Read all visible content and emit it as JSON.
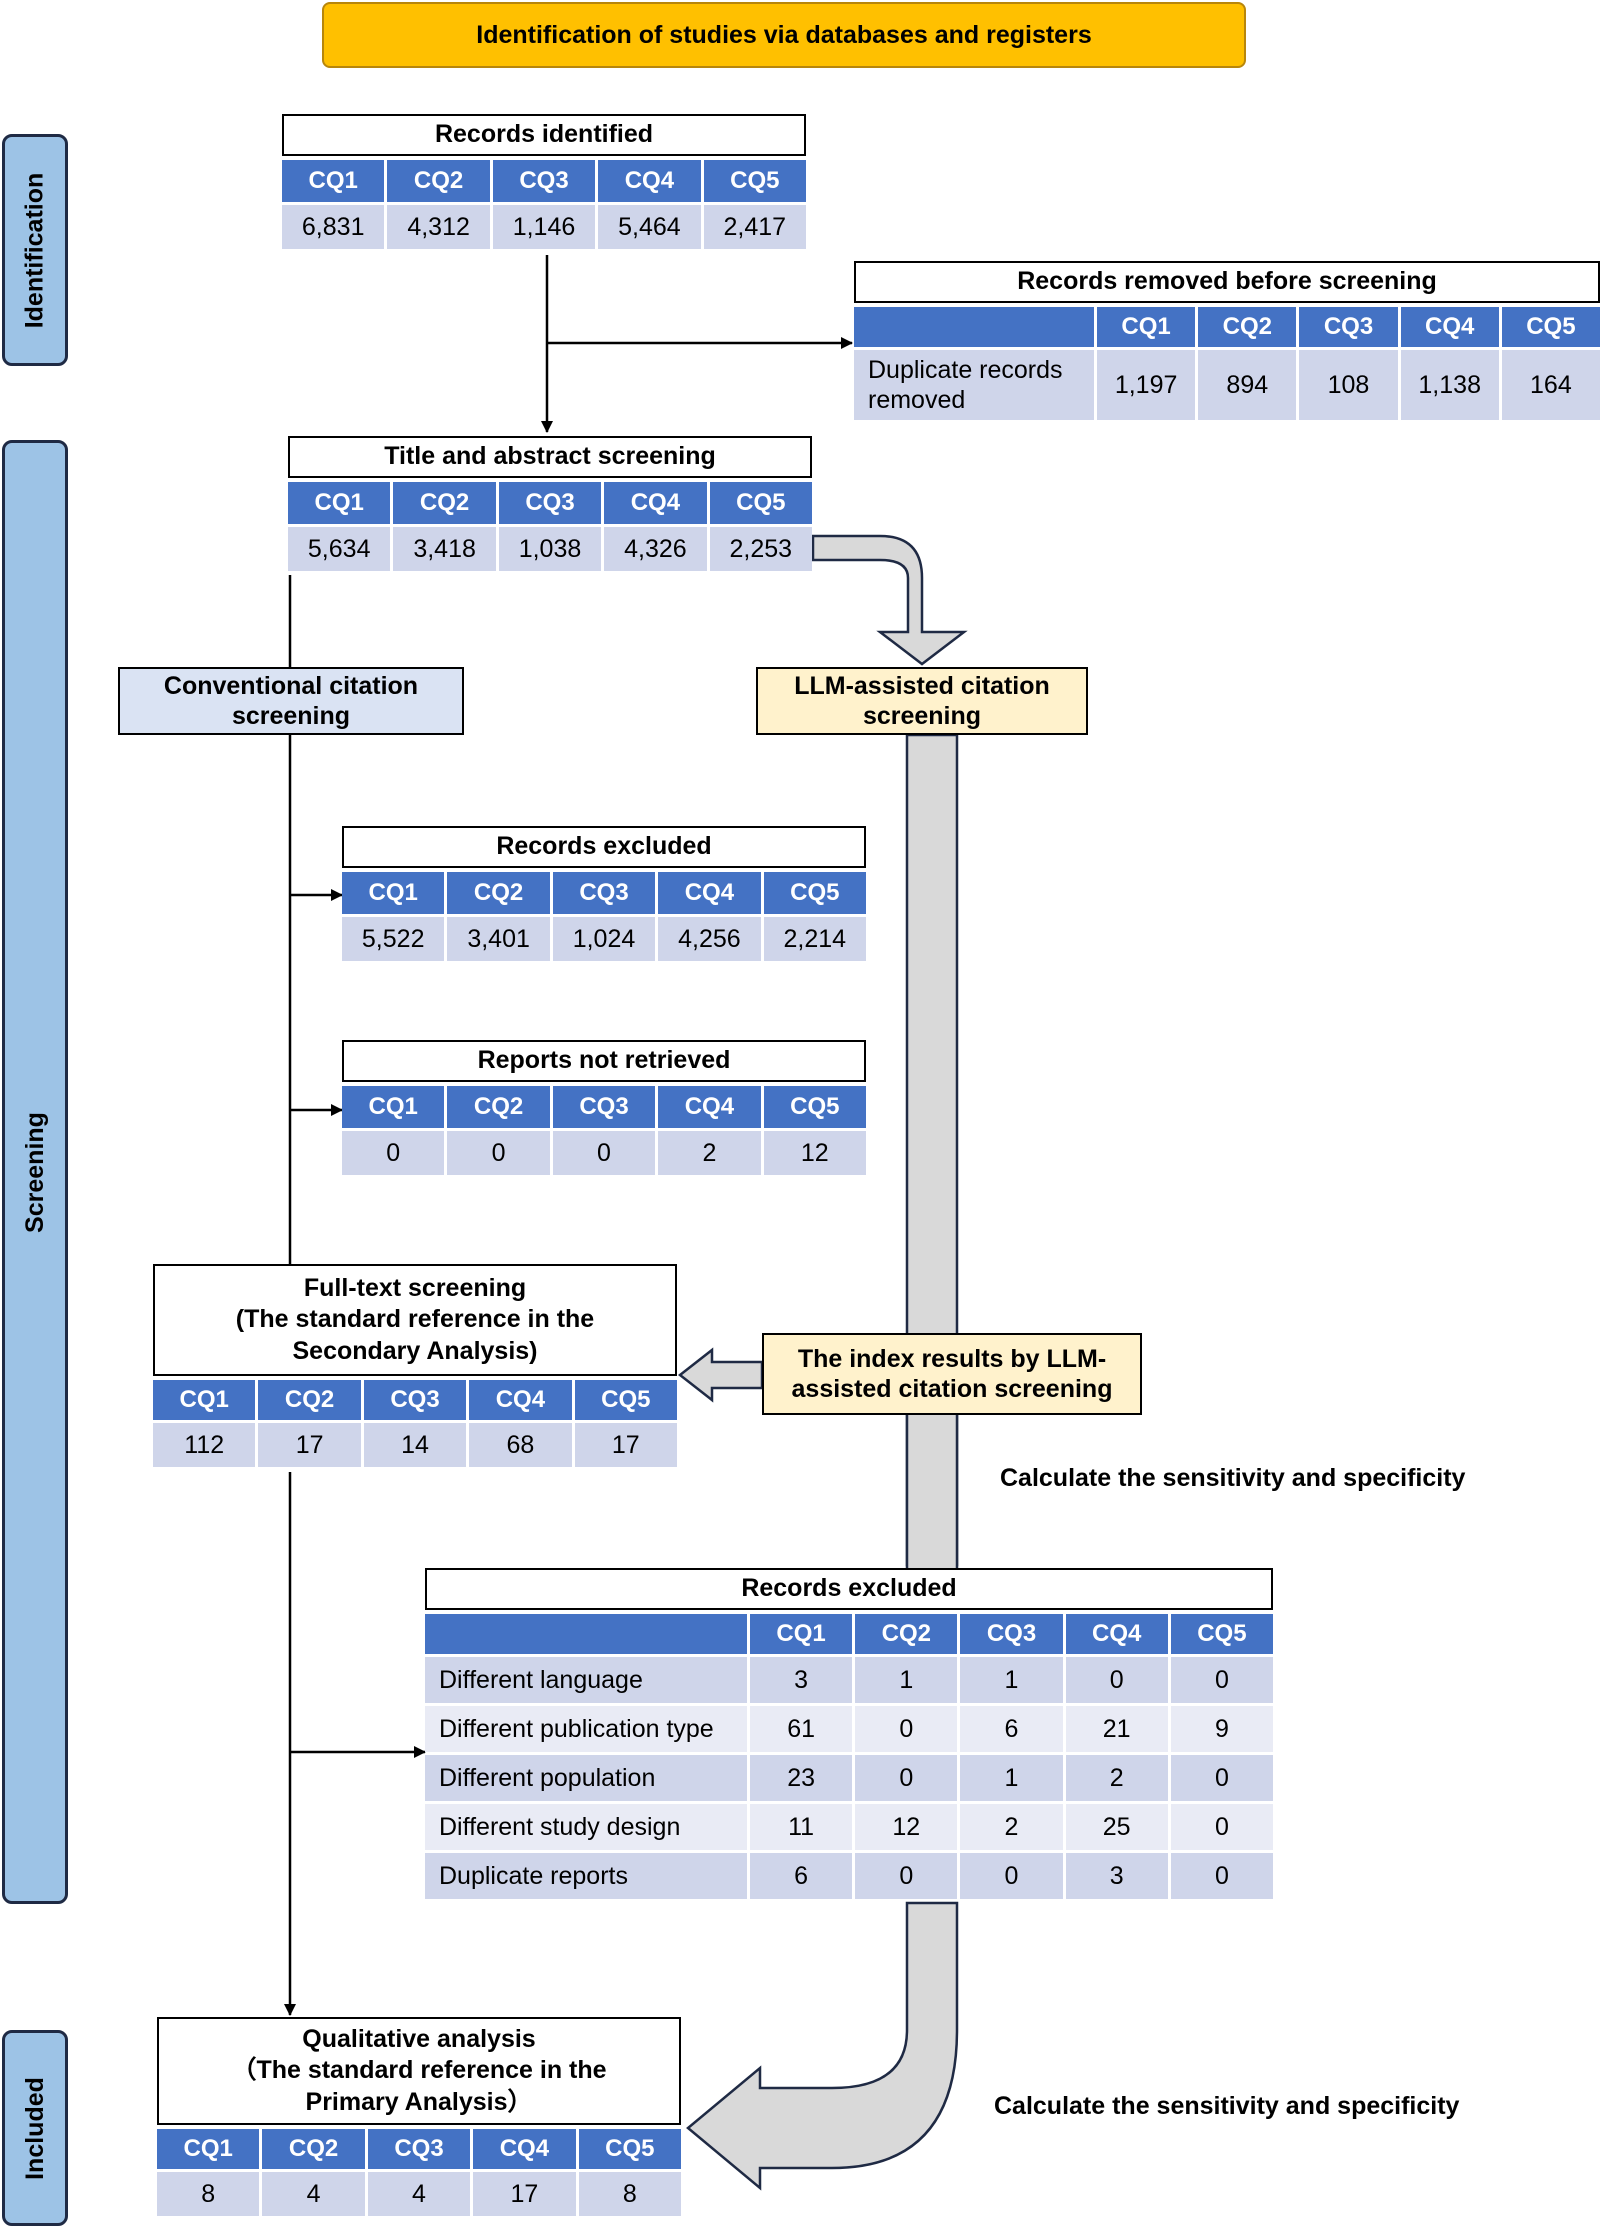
{
  "banner": "Identification of studies via databases and registers",
  "phases": {
    "identification": "Identification",
    "screening": "Screening",
    "included": "Included"
  },
  "cq_headers": [
    "CQ1",
    "CQ2",
    "CQ3",
    "CQ4",
    "CQ5"
  ],
  "records_identified": {
    "title": "Records identified",
    "values": [
      "6,831",
      "4,312",
      "1,146",
      "5,464",
      "2,417"
    ]
  },
  "records_removed": {
    "title": "Records removed before screening",
    "row_label": "Duplicate records removed",
    "values": [
      "1,197",
      "894",
      "108",
      "1,138",
      "164"
    ]
  },
  "title_abstract": {
    "title": "Title and abstract screening",
    "values": [
      "5,634",
      "3,418",
      "1,038",
      "4,326",
      "2,253"
    ]
  },
  "conventional": "Conventional citation screening",
  "llm_assisted": "LLM-assisted citation screening",
  "records_excluded_1": {
    "title": "Records excluded",
    "values": [
      "5,522",
      "3,401",
      "1,024",
      "4,256",
      "2,214"
    ]
  },
  "reports_not_retrieved": {
    "title": "Reports not retrieved",
    "values": [
      "0",
      "0",
      "0",
      "2",
      "12"
    ]
  },
  "full_text": {
    "line1": "Full-text screening",
    "line2": "(The standard reference in the",
    "line3": "Secondary Analysis)",
    "values": [
      "112",
      "17",
      "14",
      "68",
      "17"
    ]
  },
  "index_results": "The index results by LLM-assisted citation screening",
  "calc_1": "Calculate the sensitivity and specificity",
  "records_excluded_2": {
    "title": "Records excluded",
    "rows": [
      {
        "label": "Different language",
        "values": [
          "3",
          "1",
          "1",
          "0",
          "0"
        ]
      },
      {
        "label": "Different publication type",
        "values": [
          "61",
          "0",
          "6",
          "21",
          "9"
        ]
      },
      {
        "label": "Different population",
        "values": [
          "23",
          "0",
          "1",
          "2",
          "0"
        ]
      },
      {
        "label": "Different study design",
        "values": [
          "11",
          "12",
          "2",
          "25",
          "0"
        ]
      },
      {
        "label": "Duplicate reports",
        "values": [
          "6",
          "0",
          "0",
          "3",
          "0"
        ]
      }
    ]
  },
  "qualitative": {
    "line1": "Qualitative analysis",
    "line2": "（The standard reference in the",
    "line3": "Primary Analysis）",
    "values": [
      "8",
      "4",
      "4",
      "17",
      "8"
    ]
  },
  "calc_2": "Calculate the sensitivity and specificity",
  "colors": {
    "header_blue": "#4472c4",
    "cell_blue": "#cfd5ea",
    "cell_alt": "#e9ebf5",
    "phase_blue": "#9dc3e6",
    "banner_yellow": "#ffc000",
    "llm_yellow": "#fff2cc",
    "conv_blue": "#dae3f3",
    "arrow_gray": "#d9d9d9"
  }
}
